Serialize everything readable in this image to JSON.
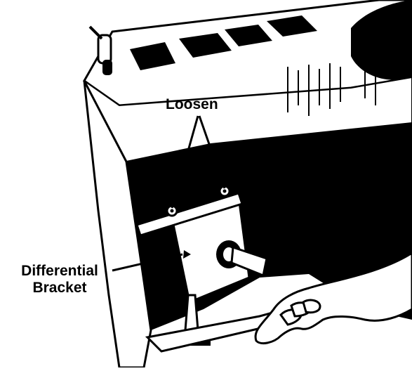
{
  "labels": {
    "loosen": "Loosen",
    "bracket_line1": "Differential",
    "bracket_line2": "Bracket"
  },
  "colors": {
    "ink": "#000000",
    "paper": "#ffffff"
  }
}
